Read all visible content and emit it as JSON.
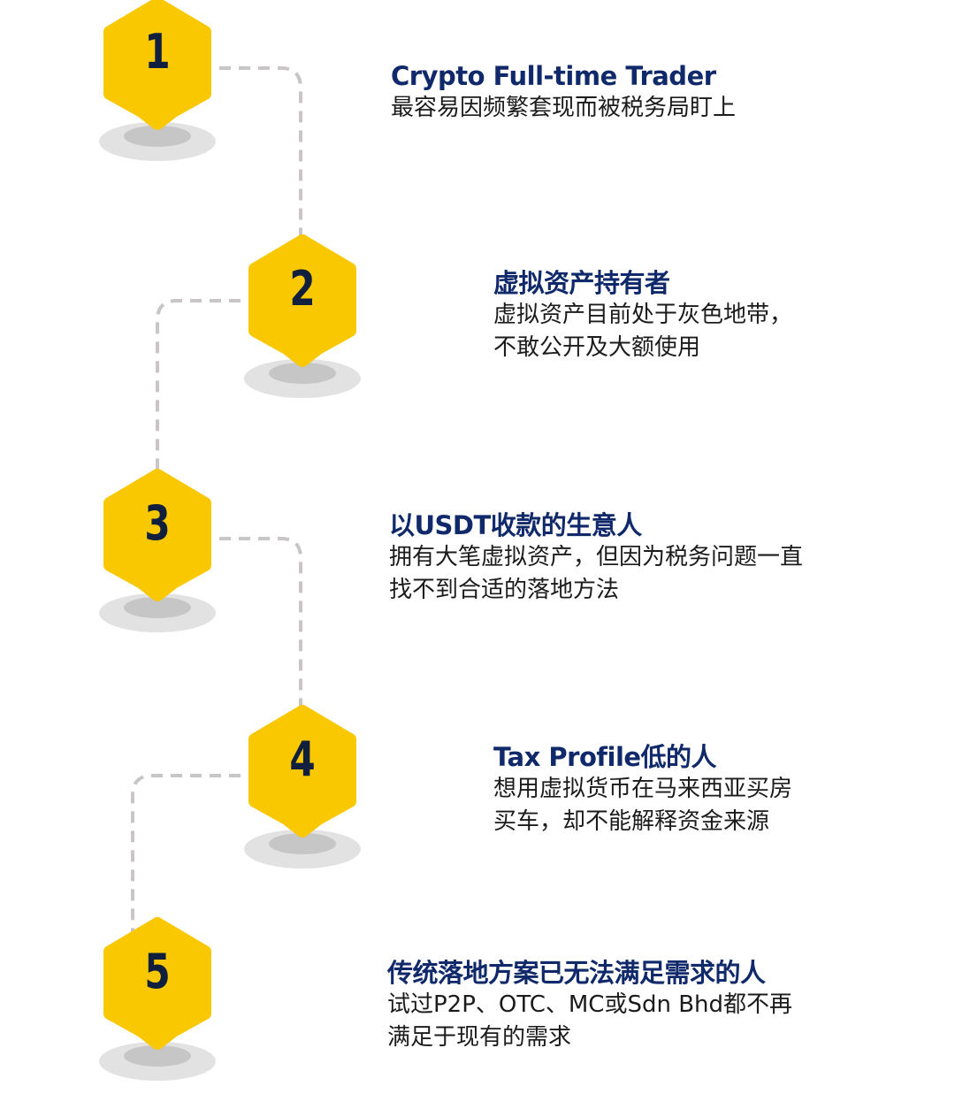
{
  "colors": {
    "marker_fill": "#f9c800",
    "number_text": "#0f1f3d",
    "title_text": "#10296a",
    "desc_text": "#1b1b1b",
    "connector": "#c9c4c6",
    "shadow_outer": "#e2e2e2",
    "shadow_inner": "#c6c6c6"
  },
  "steps": [
    {
      "number": "1",
      "title": "Crypto Full-time Trader",
      "desc_lines": [
        "最容易因频繁套现而被税务局盯上"
      ]
    },
    {
      "number": "2",
      "title": "虚拟资产持有者",
      "desc_lines": [
        "虚拟资产目前处于灰色地带，",
        "不敢公开及大额使用"
      ]
    },
    {
      "number": "3",
      "title": "以USDT收款的生意人",
      "desc_lines": [
        "拥有大笔虚拟资产，但因为税务问题一直",
        "找不到合适的落地方法"
      ]
    },
    {
      "number": "4",
      "title": "Tax Profile低的人",
      "desc_lines": [
        "想用虚拟货币在马来西亚买房",
        "买车，却不能解释资金来源"
      ]
    },
    {
      "number": "5",
      "title": "传统落地方案已无法满足需求的人",
      "desc_lines": [
        "试过P2P、OTC、MC或Sdn Bhd都不再",
        "满足于现有的需求"
      ]
    }
  ]
}
